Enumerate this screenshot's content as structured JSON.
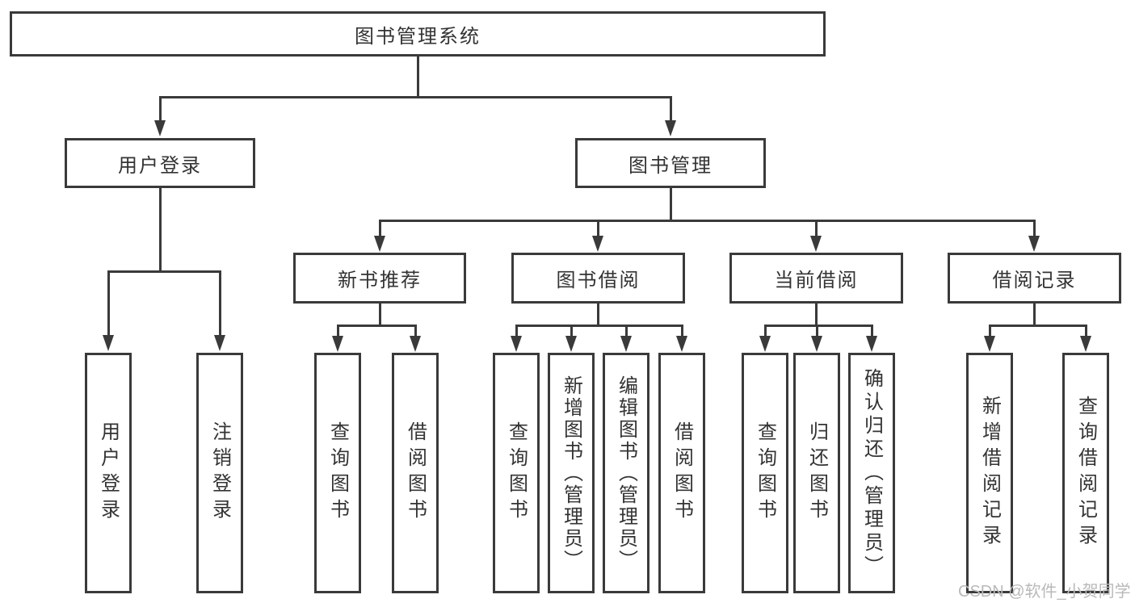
{
  "root": {
    "label": "图书管理系统"
  },
  "login_branch": {
    "label": "用户登录",
    "children": [
      {
        "label": "用户登录"
      },
      {
        "label": "注销登录"
      }
    ]
  },
  "management_branch": {
    "label": "图书管理",
    "groups": [
      {
        "label": "新书推荐",
        "children": [
          {
            "label": "查询图书"
          },
          {
            "label": "借阅图书"
          }
        ]
      },
      {
        "label": "图书借阅",
        "children": [
          {
            "label": "查询图书"
          },
          {
            "label": "新增图书（管理员）"
          },
          {
            "label": "编辑图书（管理员）"
          },
          {
            "label": "借阅图书"
          }
        ]
      },
      {
        "label": "当前借阅",
        "children": [
          {
            "label": "查询图书"
          },
          {
            "label": "归还图书"
          },
          {
            "label": "确认归还（管理员）"
          }
        ]
      },
      {
        "label": "借阅记录",
        "children": [
          {
            "label": "新增借阅记录"
          },
          {
            "label": "查询借阅记录"
          }
        ]
      }
    ]
  },
  "watermark": {
    "text": "CSDN @软件_小贺同学"
  },
  "colors": {
    "line": "#3a3a3a",
    "text": "#333333",
    "background": "#ffffff",
    "watermark": "#b9b9b9"
  }
}
